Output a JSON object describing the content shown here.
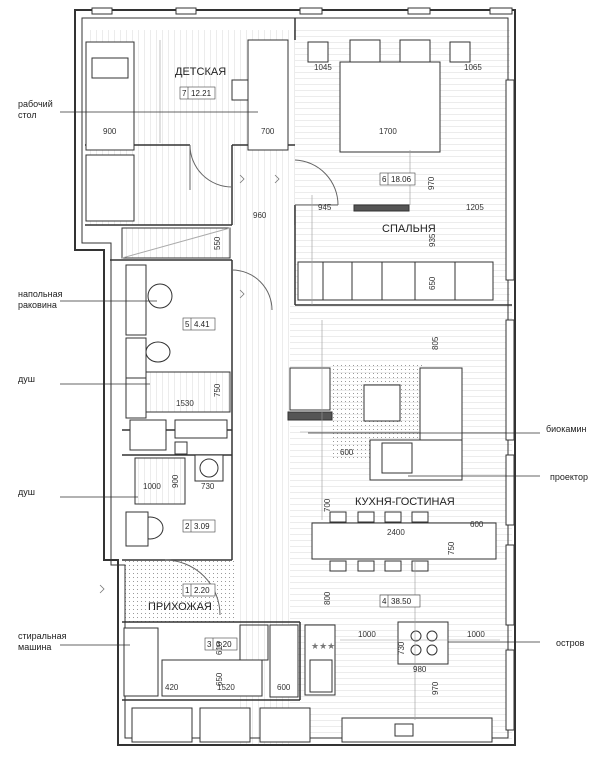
{
  "rooms": {
    "kids": {
      "name": "ДЕТСКАЯ",
      "num": "7",
      "area": "12.21"
    },
    "bedroom": {
      "name": "СПАЛЬНЯ",
      "num": "6",
      "area": "18.06"
    },
    "bath1": {
      "num": "5",
      "area": "4.41"
    },
    "bath2": {
      "num": "2",
      "area": "3.09"
    },
    "hall": {
      "name": "ПРИХОЖАЯ",
      "num": "1",
      "area": "2.20"
    },
    "laundry": {
      "num": "3",
      "area": "3.20"
    },
    "living": {
      "name": "КУХНЯ-ГОСТИНАЯ",
      "num": "4",
      "area": "38.50"
    }
  },
  "callouts_left": {
    "desk": [
      "рабочий",
      "стол"
    ],
    "sink": [
      "напольная",
      "раковина"
    ],
    "shower1": "душ",
    "shower2": "душ",
    "washer": [
      "стиральная",
      "машина"
    ]
  },
  "callouts_right": {
    "fireplace": "биокамин",
    "projector": "проектор",
    "island": "остров"
  },
  "dims": {
    "d1045": "1045",
    "d1065": "1065",
    "d900": "900",
    "d700": "700",
    "d1700": "1700",
    "d970a": "970",
    "d945": "945",
    "d960": "960",
    "d1205": "1205",
    "d550": "550",
    "d935": "935",
    "d650a": "650",
    "d805": "805",
    "d750a": "750",
    "d1530": "1530",
    "d600a": "600",
    "d900b": "900",
    "d1000a": "1000",
    "d730a": "730",
    "d700b": "700",
    "d2400": "2400",
    "d600b": "600",
    "d750b": "750",
    "d800": "800",
    "d610": "610",
    "d1000b": "1000",
    "d730b": "730",
    "d1000c": "1000",
    "d650b": "650",
    "d420": "420",
    "d1520": "1520",
    "d600c": "600",
    "d980": "980",
    "d970b": "970"
  },
  "stars": "★★★"
}
